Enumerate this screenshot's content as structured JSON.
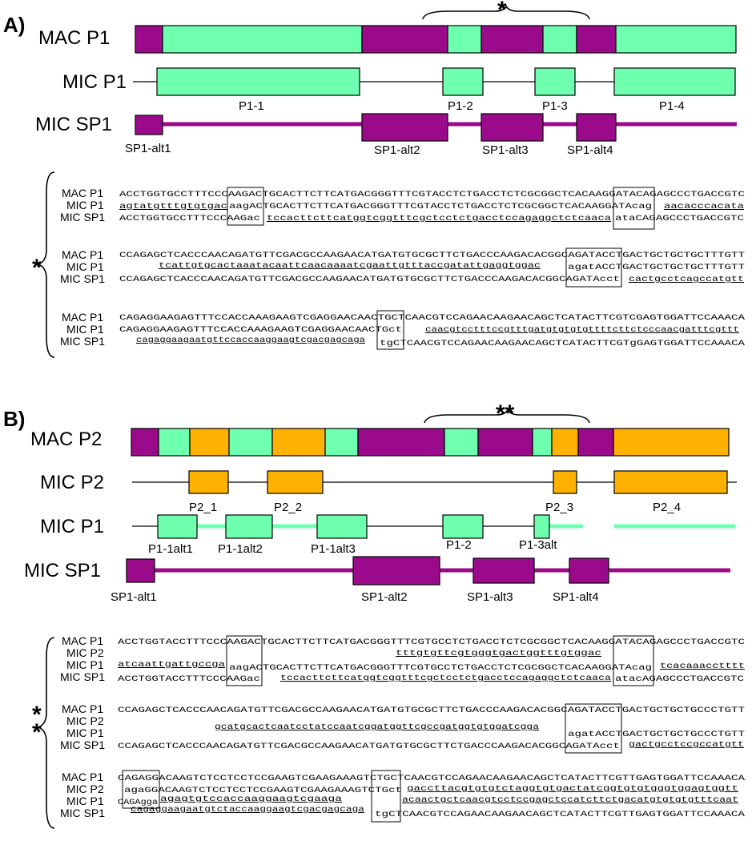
{
  "colors": {
    "mac": "#9B0A8A",
    "mic_p1": "#6EFFAF",
    "mic_p2": "#FFB100",
    "line": "#000000"
  },
  "panelA": {
    "label": "A)",
    "rows": {
      "mac": "MAC P1",
      "mic": "MIC P1",
      "sp1": "MIC SP1"
    },
    "star": "*",
    "segments_p1": [
      "P1-1",
      "P1-2",
      "P1-3",
      "P1-4"
    ],
    "segments_sp1": [
      "SP1-alt1",
      "SP1-alt2",
      "SP1-alt3",
      "SP1-alt4"
    ],
    "side_star": "*",
    "seq_blocks": [
      {
        "names": [
          "MAC P1",
          "MIC P1",
          "MIC SP1"
        ],
        "lines": [
          {
            "text": "ACCTGGTGCCTTTCCCAAGACTGCACTTCTTCATGACGGGTTTCGTACCTCTGACCTCTCGCGGCTCACAAGGATACAGAGCCCTGACCGTC"
          },
          {
            "text": "agtatgtttgtgtgac",
            "underline": true
          },
          {
            "text": "aagACTGCACTTCTTCATGACGGGTTTCGTACCTCTGACCTCTCGCGGCTCACAAGGATAcag"
          },
          {
            "text": "aacacccacata",
            "underline": true
          },
          {
            "text": "ACCTGGTGCCTTTCCCAAGac"
          },
          {
            "text": "tccacttcttcatggtcggtttcgctcctctgacctccagaggctctcaaca",
            "underline": true
          },
          {
            "text": "ataCAGAGCCCTGACCGTC"
          }
        ]
      },
      {
        "names": [
          "MAC P1",
          "MIC P1",
          "MIC SP1"
        ],
        "lines": [
          {
            "text": "CCAGAGCTCACCCAACAGATGTTCGACGCCAAGAACATGATGTGCGCTTCTGACCCAAGACACGGCAGATACCTGACTGCTGCTGCTTTGTT"
          },
          {
            "text": "tcattgtgcactaaatacaattcaacaaaatcgaattgtttaccgatattgaggtggac",
            "underline": true
          },
          {
            "text": "agatACCTGACTGCTGCTGCTTTGTT"
          },
          {
            "text": "CCAGAGCTCACCCAACAGATGTTCGACGCCAAGAACATGATGTGCGCTTCTGACCCAAGACACGGCAGATAcct"
          },
          {
            "text": "cactgcctcagccatgtt",
            "underline": true
          }
        ]
      },
      {
        "names": [
          "MAC P1",
          "MIC P1",
          "MIC SP1"
        ],
        "lines": [
          {
            "text": "CAGAGGAAGAGTTTCCACCAAAGAAGTCGAGGAACAACTGCTCAACGTCCAGAACAAGAACAGCTCATACTTCGTCGAGTGGATTCCAAACA"
          },
          {
            "text": "CAGAGGAAGAGTTTCCACCAAAGAAGTCGAGGAACAACTGct"
          },
          {
            "text": "caacgtcctttccgtttgatgtgtgtgttttcttctcccaacgatttcgttt",
            "underline": true
          },
          {
            "text": "cagaggaagaatgttccaccaaggaagtcgacgagcaga",
            "underline": true
          },
          {
            "text": "tgCTCAACGTCCAGAACAAGAACAGCTCATACTTCGTgGAGTGGATTCCAAACA"
          }
        ]
      }
    ]
  },
  "panelB": {
    "label": "B)",
    "rows": {
      "mac": "MAC P2",
      "mic_p2": "MIC P2",
      "mic_p1": "MIC P1",
      "sp1": "MIC SP1"
    },
    "star": "**",
    "segments_p2": [
      "P2_1",
      "P2_2",
      "P2_3",
      "P2_4"
    ],
    "segments_p1": [
      "P1-1alt1",
      "P1-1alt2",
      "P1-1alt3",
      "P1-2",
      "P1-3alt"
    ],
    "segments_sp1": [
      "SP1-alt1",
      "SP1-alt2",
      "SP1-alt3",
      "SP1-alt4"
    ],
    "side_star": "**",
    "seq_blocks": [
      {
        "names": [
          "MAC P1",
          "MIC P2",
          "MIC P1",
          "MIC SP1"
        ],
        "lines": [
          {
            "text": "ACCTGGTACCTTTCCCAAGACTGCACTTCTTCATGACGGGTTTCGTGCCTCTGACCTCTCGCGGCTCACAAGGATACAGAGCCCTGACCGTC"
          },
          {
            "text": "tttgtgttcgtgggtgactggtttgtggac",
            "underline": true
          },
          {
            "text": "atcaattgattgccga",
            "underline": true
          },
          {
            "text": "aagACTGCACTTCTTCATGACGGGTTTCGTGCCTCTGACCTCTCGCGGCTCACAAGGATAcag"
          },
          {
            "text": "tcacaaacctttt",
            "underline": true
          },
          {
            "text": "ACCTGGTACCTTTCCCAAGac"
          },
          {
            "text": "tccacttcttcatggtcggtttcgctcctctgacctccagaggctctcaaca",
            "underline": true
          },
          {
            "text": "atacAGAGCCCTGACCGTC"
          }
        ]
      },
      {
        "names": [
          "MAC P1",
          "MIC P2",
          "MIC P1",
          "MIC SP1"
        ],
        "lines": [
          {
            "text": "CCAGAGCTCACCCAACAGATGTTCGACGCCAAGAACATGATGTGCGCTTCTGACCCAAGACACGGCAGATACCTGACTGCTGCTGCCCTGTT"
          },
          {
            "text": "gcatgcactcaatcctatccaatcggatggttcgccgatggtgtggatcgga",
            "underline": true
          },
          {
            "text": "agatACCTGACTGCTGCTGCCCTGTT"
          },
          {
            "text": "CCAGAGCTCACCCAACAGATGTTCGACGCCAAGAACATGATGTGCGCTTCTGACCCAAGACACGGCAGATAcct"
          },
          {
            "text": "gactgcctccgccatgtt",
            "underline": true
          }
        ]
      },
      {
        "names": [
          "MAC P1",
          "MIC P2",
          "MIC P1",
          "MIC SP1"
        ],
        "lines": [
          {
            "text": "CAGAGGACAAGTCTCCTCCTCCGAAGTCGAAGAAAGTCTGCTCAACGTCCAGAACAAGAACAGCTCATACTTCGTTGAGTGGATTCCAAACA"
          },
          {
            "text": "agaGGACAAGTCTCCTCCTCCGAAGTCGAAGAAAGTCTGct"
          },
          {
            "text": "gaccttacgtgtgtctaggtgtgactatcggtgtgtgggtggagtggtt",
            "underline": true
          },
          {
            "text": "CAGAgga"
          },
          {
            "text": "agagtgtccaccaaggaagtcgaaga",
            "underline": true
          },
          {
            "text": "acaactgctcaacgtcctccgagctccatcttctgacatgtgtgtgtttcaat",
            "underline": true
          },
          {
            "text": "cagaggaagaatgtctaccaaggaagtcgacgagcaga",
            "underline": true
          },
          {
            "text": "tgCTCAACGTCCAGAACAAGAACAGCTCATACTTCGTTGAGTGGATTCCAAACA"
          }
        ]
      }
    ]
  }
}
